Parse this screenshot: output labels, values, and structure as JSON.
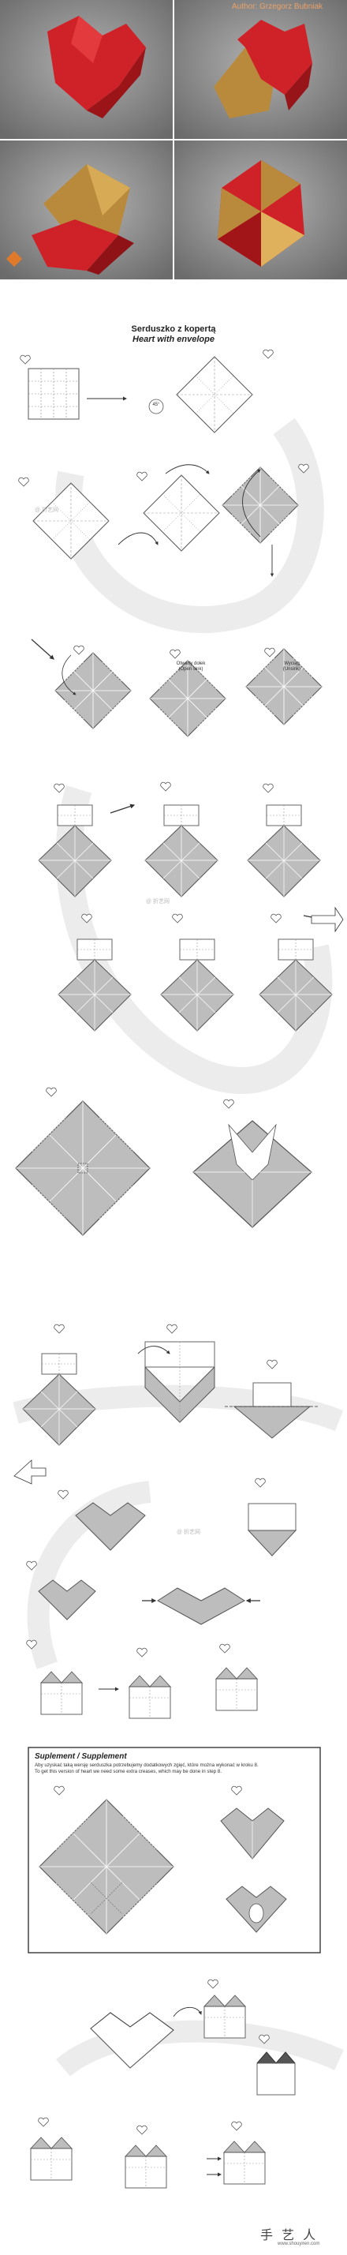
{
  "photos": {
    "author": "Author: Grzegorz Bubniak"
  },
  "title": {
    "polish": "Serduszko z kopertą",
    "english": "Heart with envelope"
  },
  "step_labels": {
    "open_sink": "Otwarty dołek\n(Open sink)",
    "unsink": "Wyciąg\n(Unsink)",
    "angle": "45°"
  },
  "supplement": {
    "title": "Suplement / Supplement",
    "text_pl": "Aby uzyskać taką wersję serduszka potrzebujemy dodatkowych zgięć, które można wykonać w kroku 8.",
    "text_en": "To get this version of heart we need some extra creases, which may be done in step 8."
  },
  "watermark": "@ 折艺网",
  "footer": {
    "brand": "手 艺 人",
    "url": "www.shouyiren.com"
  },
  "colors": {
    "paper_red": "#d8262a",
    "paper_gold": "#b98a3c",
    "diagram_grey": "#bdbdbd",
    "swirl_grey": "#e8e8e8"
  }
}
